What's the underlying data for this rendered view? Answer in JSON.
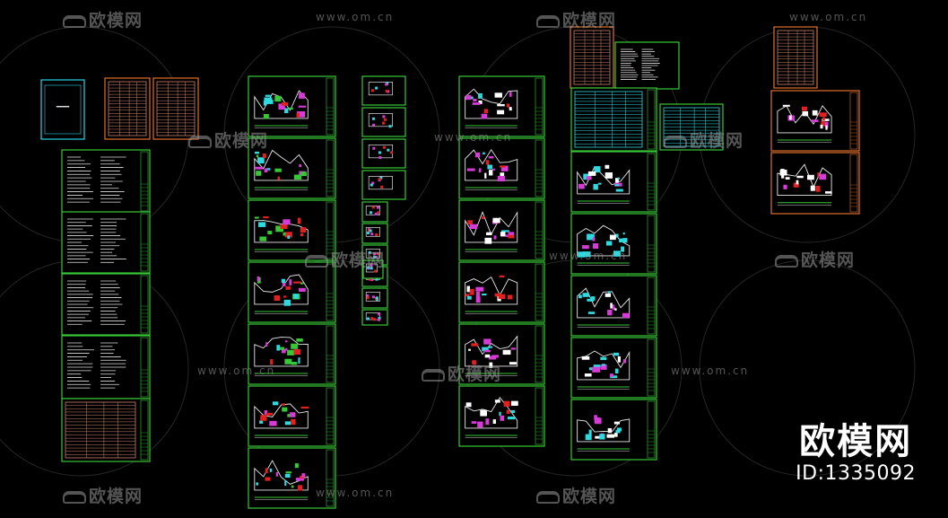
{
  "watermark": {
    "brand": "欧模网",
    "url": "www.om.cn"
  },
  "brand_block": {
    "name": "欧模网",
    "id": "ID:1335092"
  },
  "colors": {
    "background": "#000000",
    "frame_green": "#37c837",
    "frame_cyan": "#27d3e6",
    "frame_orange": "#e0702a",
    "table_salmon": "#c9806a",
    "watermark": "#9a9a9a",
    "plan_magenta": "#d83ad8",
    "plan_cyan": "#2fd9e0",
    "plan_red": "#e22020"
  },
  "sheet_groups": [
    {
      "name": "cover-and-index",
      "frame_color": "cyan",
      "content": "cover"
    },
    {
      "name": "general-notes",
      "frame_color": "green",
      "content": "text"
    },
    {
      "name": "floor-plans",
      "frame_color": "green",
      "content": "plan"
    },
    {
      "name": "detail-drawings",
      "frame_color": "green",
      "content": "detail"
    },
    {
      "name": "lighting-plans",
      "frame_color": "green",
      "content": "plan"
    },
    {
      "name": "system-diagrams",
      "frame_color": "green",
      "content": "plan"
    },
    {
      "name": "equipment-schedules",
      "frame_color": "orange",
      "content": "table"
    }
  ]
}
